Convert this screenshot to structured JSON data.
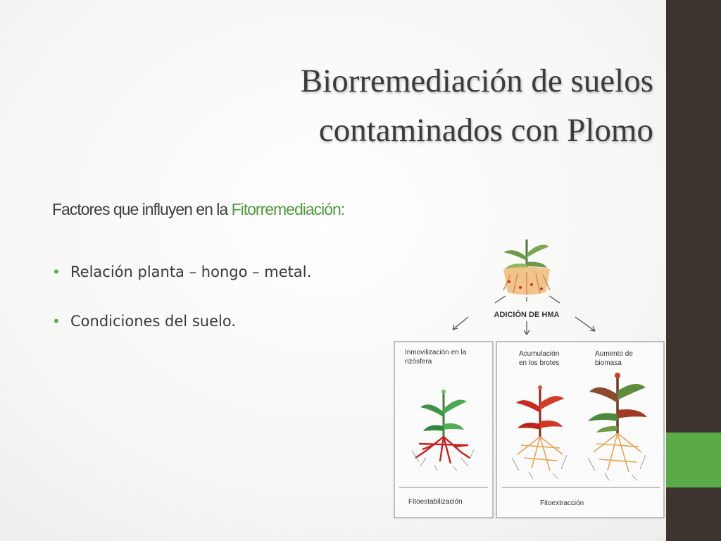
{
  "slide": {
    "title_line1": "Biorremediación de suelos",
    "title_line2": "contaminados con Plomo",
    "subtitle_prefix": "Factores que influyen en la ",
    "subtitle_accent": "Fitorremediación:",
    "bullets": [
      "Relación planta – hongo – metal.",
      "Condiciones del suelo."
    ],
    "colors": {
      "accent_green": "#5aaa48",
      "sidebar_dark": "#3d3430"
    }
  },
  "diagram": {
    "header": "ADICIÓN DE HMA",
    "panel_left_line1": "Inmovilización en la",
    "panel_left_line2": "rizósfera",
    "panel_mid_line1": "Acumulación",
    "panel_mid_line2": "en los brotes",
    "panel_right_line1": "Aumento de",
    "panel_right_line2": "biomasa",
    "footer_left": "Fitoestabilización",
    "footer_right": "Fitoextracción"
  }
}
